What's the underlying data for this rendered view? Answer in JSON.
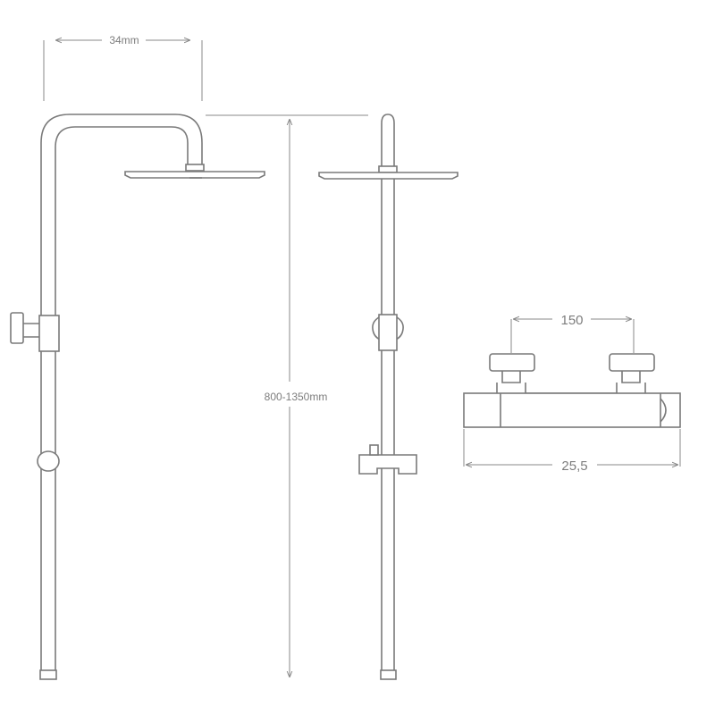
{
  "dimensions": {
    "arm_depth": "34mm",
    "height_range": "800-1350mm",
    "inlet_spacing": "150",
    "mixer_length": "25,5"
  },
  "colors": {
    "line": "#7a7a7a",
    "dimension_text": "#7d7d7d",
    "background": "#ffffff"
  }
}
